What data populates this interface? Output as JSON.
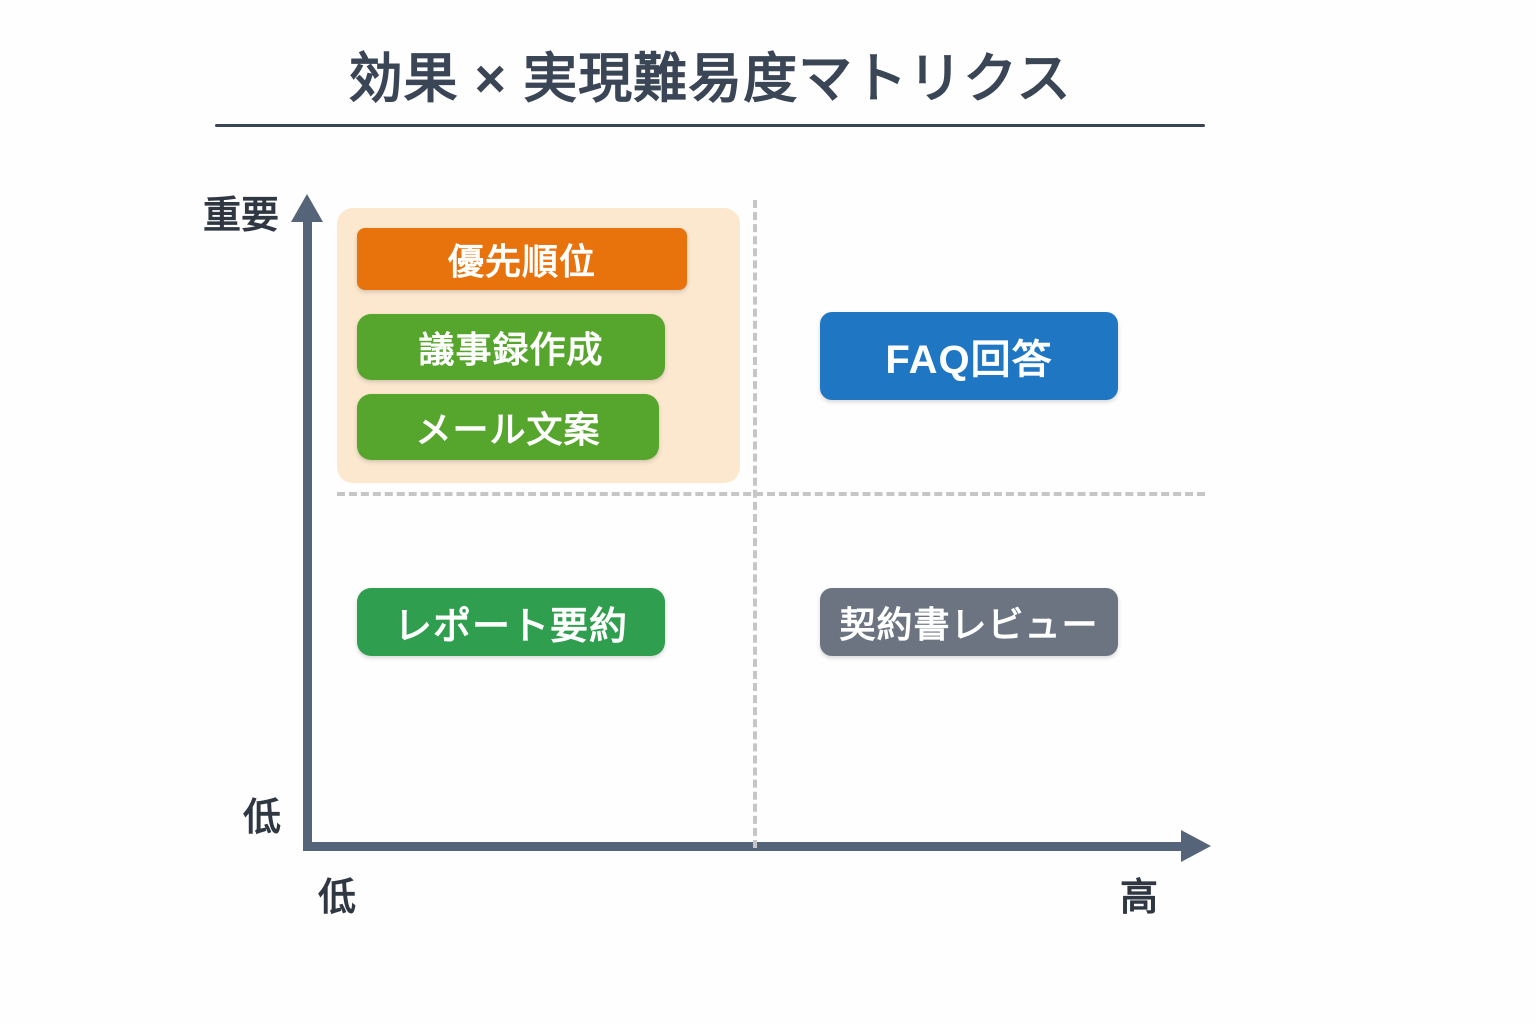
{
  "slide": {
    "title": "効果 × 実現難易度マトリクス",
    "background_color": "#fefefe",
    "title_color": "#3a4555"
  },
  "axes": {
    "y_caption_high": "重要",
    "y_caption_low": "低",
    "x_caption_low": "低",
    "x_caption_high": "高",
    "axis_color": "#56647a",
    "divider_color": "#c6c6c6"
  },
  "highlight": {
    "background_color": "#fbe8cf"
  },
  "chart_data": {
    "type": "scatter",
    "title": "効果 × 実現難易度マトリクス",
    "xlabel": "",
    "ylabel": "",
    "x_axis": {
      "low_label": "低",
      "high_label": "高"
    },
    "y_axis": {
      "low_label": "低",
      "high_label": "重要"
    },
    "grid": "dashed-quadrant-divider",
    "legend": "none",
    "quadrants": [
      {
        "name": "high-impact-low-difficulty",
        "highlighted": true
      },
      {
        "name": "high-impact-high-difficulty",
        "highlighted": false
      },
      {
        "name": "low-impact-low-difficulty",
        "highlighted": false
      },
      {
        "name": "low-impact-high-difficulty",
        "highlighted": false
      }
    ],
    "items": [
      {
        "label": "優先順位",
        "quadrant": "high-impact-low-difficulty",
        "color": "#e8720c"
      },
      {
        "label": "議事録作成",
        "quadrant": "high-impact-low-difficulty",
        "color": "#56a62e"
      },
      {
        "label": "メール文案",
        "quadrant": "high-impact-low-difficulty",
        "color": "#56a62e"
      },
      {
        "label": "FAQ回答",
        "quadrant": "high-impact-high-difficulty",
        "color": "#1f77c4"
      },
      {
        "label": "レポート要約",
        "quadrant": "low-impact-low-difficulty",
        "color": "#2f9e4f"
      },
      {
        "label": "契約書レビュー",
        "quadrant": "low-impact-high-difficulty",
        "color": "#6b7480"
      }
    ]
  }
}
